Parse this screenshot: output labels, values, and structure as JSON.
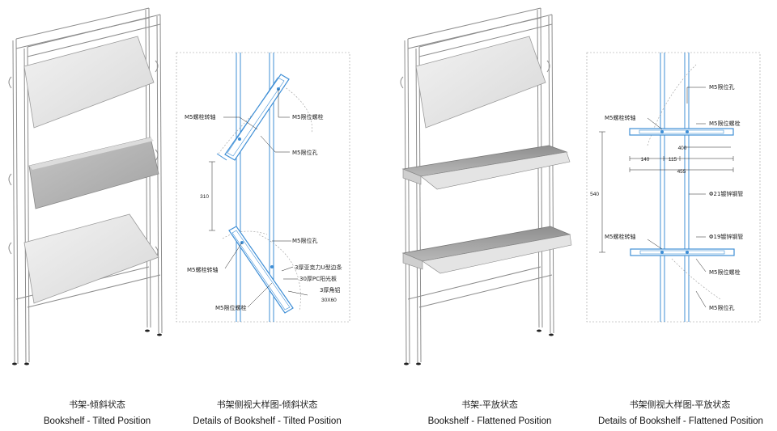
{
  "panels": [
    {
      "title_cn": "书架-倾斜状态",
      "title_en": "Bookshelf - Tilted Position"
    },
    {
      "title_cn": "书架侧视大样图-倾斜状态",
      "title_en": "Details of Bookshelf - Tilted Position",
      "labels": {
        "a": "M5螺栓转轴",
        "b": "M5限位螺栓",
        "c": "M5限位孔",
        "d": "M5限位孔",
        "e": "M5螺栓转轴",
        "f": "3厚亚克力U型边条",
        "g": "30厚PC阳光板",
        "h": "3厚角铝",
        "i": "30X60",
        "j": "M5限位螺栓"
      },
      "dims": {
        "spacing": "310"
      }
    },
    {
      "title_cn": "书架-平放状态",
      "title_en": "Bookshelf - Flattened Position"
    },
    {
      "title_cn": "书架侧视大样图-平放状态",
      "title_en": "Details of Bookshelf - Flattened Position",
      "labels": {
        "a": "M5限位孔",
        "b": "M5螺栓转轴",
        "c": "M5限位螺栓",
        "d": "Φ21镀锌钢管",
        "e": "M5螺栓转轴",
        "f": "Φ19镀锌钢管",
        "g": "M5限位螺栓",
        "h": "M5限位孔"
      },
      "dims": {
        "d400": "400",
        "d140": "140",
        "d115": "115",
        "d455": "455",
        "d540": "540"
      }
    }
  ],
  "colors": {
    "tube": "#3f8fd6",
    "frame": "#8c8c8c",
    "shelf_light": "#e6e6e6",
    "shelf_dark": "#b4b4b4",
    "dashed": "#9a9a9a"
  }
}
